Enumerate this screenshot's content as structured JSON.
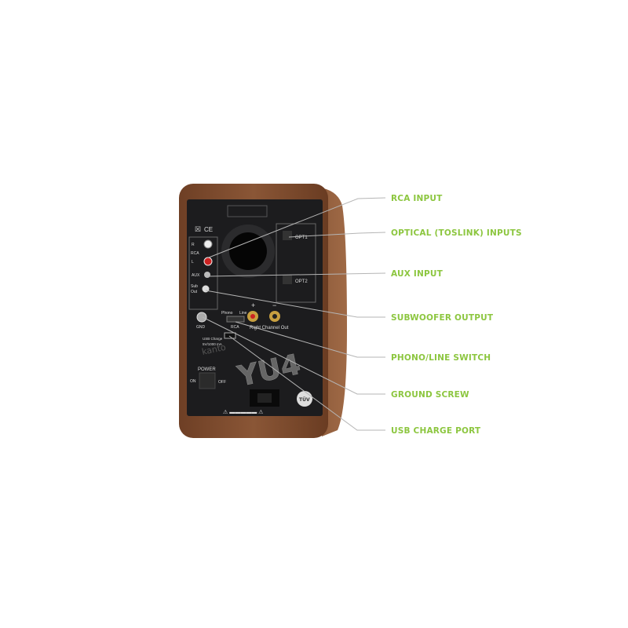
{
  "colors": {
    "label": "#8cc63f",
    "leader": "#b5b5b5",
    "wood": "#7a4a2e",
    "panel": "#1c1c1e"
  },
  "callouts": [
    {
      "label": "RCA INPUT"
    },
    {
      "label": "OPTICAL (TOSLINK) INPUTS"
    },
    {
      "label": "AUX INPUT"
    },
    {
      "label": "SUBWOOFER OUTPUT"
    },
    {
      "label": "PHONO/LINE SWITCH"
    },
    {
      "label": "GROUND SCREW"
    },
    {
      "label": "USB CHARGE PORT"
    }
  ],
  "panel": {
    "opt1": "OPT1",
    "opt2": "OPT2",
    "r": "R",
    "rca": "RCA",
    "l": "L",
    "aux": "AUX",
    "sub": "Sub",
    "out": "Out",
    "phono": "Phono",
    "line": "Line",
    "rca2": "RCA",
    "right_out": "Right Channel Out",
    "plus": "+",
    "minus": "−",
    "usb": "USB Charge",
    "usb_spec": "5V/1000 mA",
    "power": "POWER",
    "on": "ON",
    "off": "OFF",
    "gnd": "GND",
    "ce": "CE",
    "brand": "kanto",
    "model": "YU4",
    "tuv": "TÜV"
  }
}
